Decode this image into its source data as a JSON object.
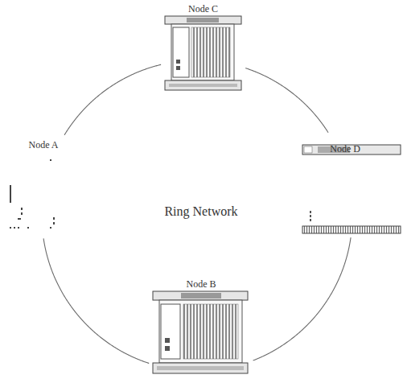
{
  "diagram": {
    "nodes": [
      {
        "text": [
          "Node C"
        ]
      },
      {
        "text": [
          "Node A"
        ]
      },
      {
        "text": [
          "Node D"
        ]
      },
      {
        "text": [
          "Node B"
        ]
      }
    ],
    "edges": [
      {
        "from": 0,
        "to": 2,
        "arrow": "none"
      },
      {
        "from": 2,
        "to": 3,
        "arrow": "none"
      },
      {
        "from": 3,
        "to": 1,
        "arrow": "none"
      },
      {
        "from": 1,
        "to": 0,
        "arrow": "none"
      }
    ],
    "labels": [
      "Ring Network"
    ]
  }
}
